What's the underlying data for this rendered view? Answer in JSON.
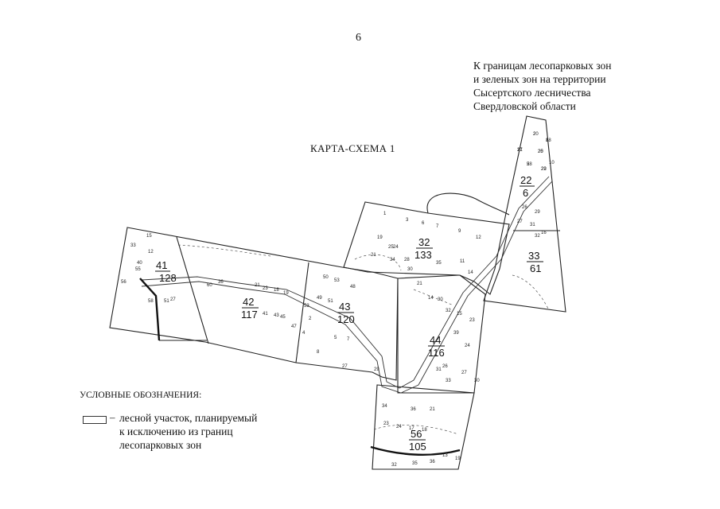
{
  "page": {
    "number": "6"
  },
  "caption": {
    "lines": [
      "К границам лесопарковых зон",
      "и зеленых зон на территории",
      "Сысертского лесничества",
      "Свердловской области"
    ]
  },
  "scheme_title": "КАРТА-СХЕМА 1",
  "legend": {
    "title": "УСЛОВНЫЕ ОБОЗНАЧЕНИЯ:",
    "dash": "–",
    "lines": [
      "лесной участок, планируемый",
      "к исключению из границ",
      "лесопарковых зон"
    ]
  },
  "map": {
    "line_color": "#222222",
    "blocks": [
      {
        "id": "22",
        "area": "6"
      },
      {
        "id": "32",
        "area": "133"
      },
      {
        "id": "33",
        "area": "61"
      },
      {
        "id": "41",
        "area": "128"
      },
      {
        "id": "42",
        "area": "117"
      },
      {
        "id": "43",
        "area": "120"
      },
      {
        "id": "44",
        "area": "116"
      },
      {
        "id": "56",
        "area": "105"
      }
    ],
    "parcels": [
      "2",
      "8",
      "17",
      "20",
      "5",
      "22",
      "10",
      "26",
      "29",
      "27",
      "31",
      "32",
      "16",
      "1",
      "3",
      "6",
      "7",
      "9",
      "12",
      "19",
      "24",
      "34",
      "28",
      "30",
      "35",
      "11",
      "14",
      "21",
      "25",
      "12",
      "15",
      "40",
      "55",
      "33",
      "56",
      "58",
      "51",
      "27",
      "60",
      "36",
      "21",
      "23",
      "18",
      "19",
      "41",
      "43",
      "45",
      "47",
      "50",
      "53",
      "48",
      "49",
      "51",
      "53",
      "2",
      "4",
      "5",
      "7",
      "8",
      "27",
      "29",
      "21",
      "14",
      "30",
      "32",
      "15",
      "23",
      "39",
      "24",
      "26",
      "27",
      "30",
      "31",
      "33",
      "34",
      "36",
      "21",
      "23",
      "24",
      "17",
      "18",
      "32",
      "35",
      "36",
      "13",
      "19",
      "20",
      "18",
      "21",
      "25",
      "28",
      "29"
    ]
  }
}
